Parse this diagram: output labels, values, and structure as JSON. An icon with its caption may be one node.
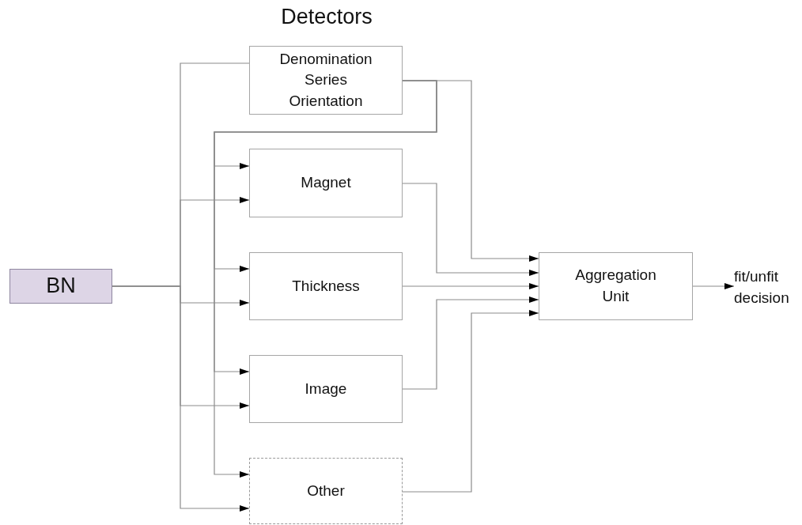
{
  "diagram": {
    "title": "Detectors",
    "nodes": [
      {
        "text": [
          "BN"
        ]
      },
      {
        "text": [
          "Denomination Series Orientation"
        ]
      },
      {
        "text": [
          "Magnet"
        ]
      },
      {
        "text": [
          "Thickness"
        ]
      },
      {
        "text": [
          "Image"
        ]
      },
      {
        "text": [
          "Other"
        ]
      },
      {
        "text": [
          "Aggregation Unit"
        ]
      },
      {
        "text": [
          "fit/unfit decision"
        ]
      }
    ],
    "edges": [
      {
        "from": 0,
        "to": 1,
        "arrow": "none"
      },
      {
        "from": 0,
        "to": 2,
        "arrow": "to"
      },
      {
        "from": 0,
        "to": 3,
        "arrow": "to"
      },
      {
        "from": 0,
        "to": 4,
        "arrow": "to"
      },
      {
        "from": 0,
        "to": 5,
        "arrow": "to"
      },
      {
        "from": 1,
        "to": 2,
        "arrow": "to"
      },
      {
        "from": 1,
        "to": 3,
        "arrow": "to"
      },
      {
        "from": 1,
        "to": 4,
        "arrow": "to"
      },
      {
        "from": 1,
        "to": 5,
        "arrow": "to"
      },
      {
        "from": 1,
        "to": 6,
        "arrow": "to"
      },
      {
        "from": 2,
        "to": 6,
        "arrow": "to"
      },
      {
        "from": 3,
        "to": 6,
        "arrow": "to"
      },
      {
        "from": 4,
        "to": 6,
        "arrow": "to"
      },
      {
        "from": 5,
        "to": 6,
        "arrow": "to"
      },
      {
        "from": 6,
        "to": 7,
        "arrow": "to"
      }
    ]
  }
}
